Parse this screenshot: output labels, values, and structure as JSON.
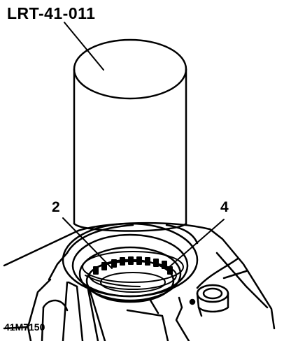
{
  "diagram": {
    "tool_label": "LRT-41-011",
    "callouts": {
      "part_2": "2",
      "part_4": "4"
    },
    "figure_ref": "41M7150"
  }
}
